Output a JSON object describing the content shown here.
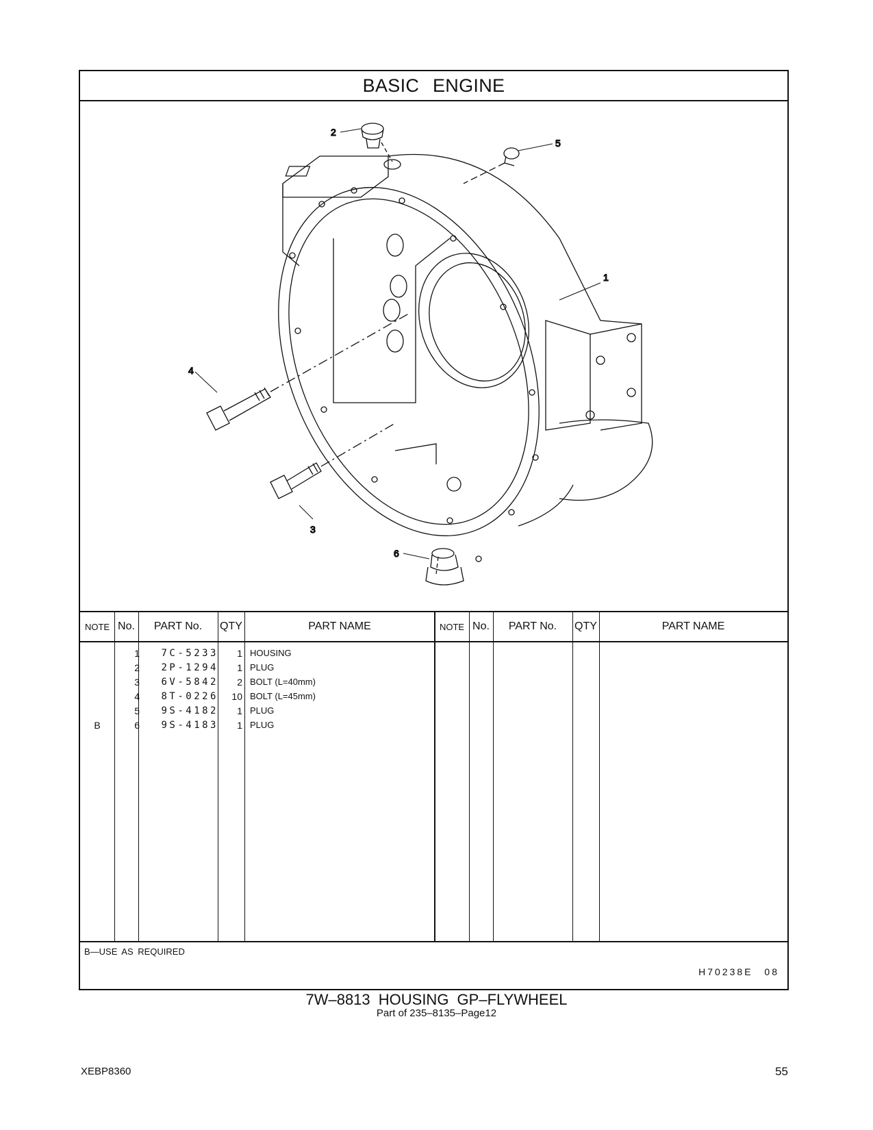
{
  "section_title": "BASIC   ENGINE",
  "figure": {
    "callouts": [
      "1",
      "2",
      "3",
      "4",
      "5",
      "6"
    ]
  },
  "table": {
    "headers": {
      "note": "NOTE",
      "no": "No.",
      "part_no": "PART No.",
      "qty": "QTY",
      "part_name": "PART NAME"
    },
    "rows": [
      {
        "note": "",
        "no": "1",
        "part_no": "7C-5233",
        "qty": "1",
        "name": "HOUSING"
      },
      {
        "note": "",
        "no": "2",
        "part_no": "2P-1294",
        "qty": "1",
        "name": "PLUG"
      },
      {
        "note": "",
        "no": "3",
        "part_no": "6V-5842",
        "qty": "2",
        "name": "BOLT (L=40mm)"
      },
      {
        "note": "",
        "no": "4",
        "part_no": "8T-0226",
        "qty": "10",
        "name": "BOLT (L=45mm)"
      },
      {
        "note": "",
        "no": "5",
        "part_no": "9S-4182",
        "qty": "1",
        "name": "PLUG"
      },
      {
        "note": "B",
        "no": "6",
        "part_no": "9S-4183",
        "qty": "1",
        "name": "PLUG"
      }
    ]
  },
  "note_legend": "B—USE  AS  REQUIRED",
  "drawing_code": "H70238E   08",
  "caption": {
    "main": "7W–8813   HOUSING  GP–FLYWHEEL",
    "sub": "Part of 235–8135–Page12"
  },
  "footer": {
    "doc_id": "XEBP8360",
    "page_number": "55"
  }
}
